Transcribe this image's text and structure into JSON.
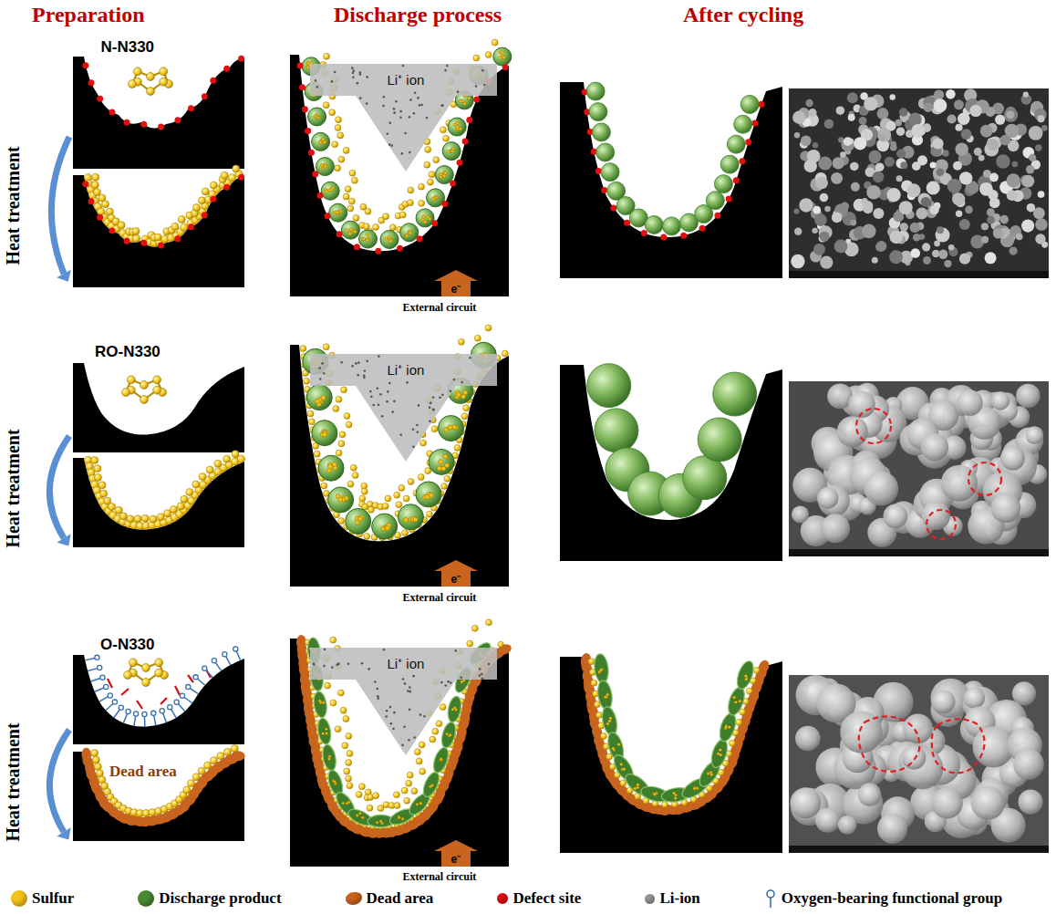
{
  "diagram": {
    "labels": [
      "Preparation",
      "Discharge process",
      "After cycling",
      "N-N330",
      "Heat treatment",
      "Li⁺ ion",
      "e⁻",
      "External circuit",
      "RO-N330",
      "Heat treatment",
      "Li⁺ ion",
      "e⁻",
      "External circuit",
      "O-N330",
      "Heat treatment",
      "Dead area",
      "Li⁺ ion",
      "e⁻",
      "External circuit"
    ],
    "legend": [
      {
        "text": "Sulfur",
        "color": "#f2c318"
      },
      {
        "text": "Discharge product",
        "color": "#4a8a32"
      },
      {
        "text": "Dead area",
        "color": "#c8641e"
      },
      {
        "text": "Defect site",
        "color": "#e01010"
      },
      {
        "text": "Li-ion",
        "color": "#9a9a9a"
      },
      {
        "text": "Oxygen-bearing functional group"
      }
    ]
  }
}
